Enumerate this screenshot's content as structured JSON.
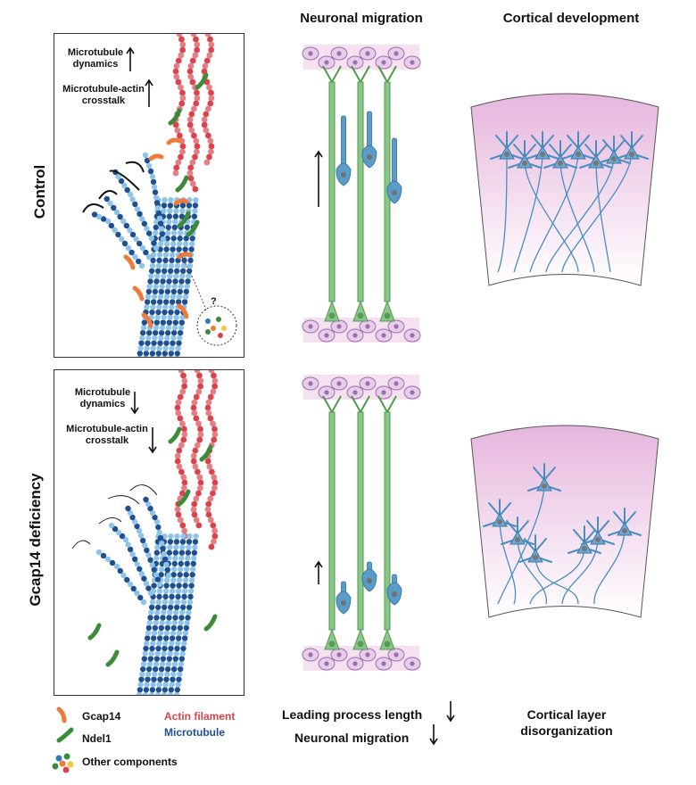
{
  "columns": {
    "migration": "Neuronal migration",
    "cortical": "Cortical development"
  },
  "rows": {
    "control": "Control",
    "deficiency": "Gcap14 deficiency"
  },
  "control_panel": {
    "mt_dynamics": "Microtubule\ndynamics",
    "crosstalk": "Microtubule-actin\ncrosstalk",
    "question": "?"
  },
  "deficiency_panel": {
    "mt_dynamics": "Microtubule\ndynamics",
    "crosstalk": "Microtubule-actin\ncrosstalk"
  },
  "legend": {
    "gcap14": "Gcap14",
    "ndel1": "Ndel1",
    "other": "Other components",
    "actin": "Actin filament",
    "microtubule": "Microtubule"
  },
  "results": {
    "leading": "Leading process length",
    "migration": "Neuronal migration",
    "cortical": "Cortical layer\ndisorganization"
  },
  "colors": {
    "gcap14": "#f07a3a",
    "ndel1": "#3d8a3a",
    "actin": "#d9434a",
    "microtubule_dark": "#1f4f8f",
    "microtubule_light": "#8ec4e8",
    "neuron_green": "#8cc78a",
    "neuron_blue": "#5b9bc8",
    "cortex_pink": "#e6b6dd"
  }
}
